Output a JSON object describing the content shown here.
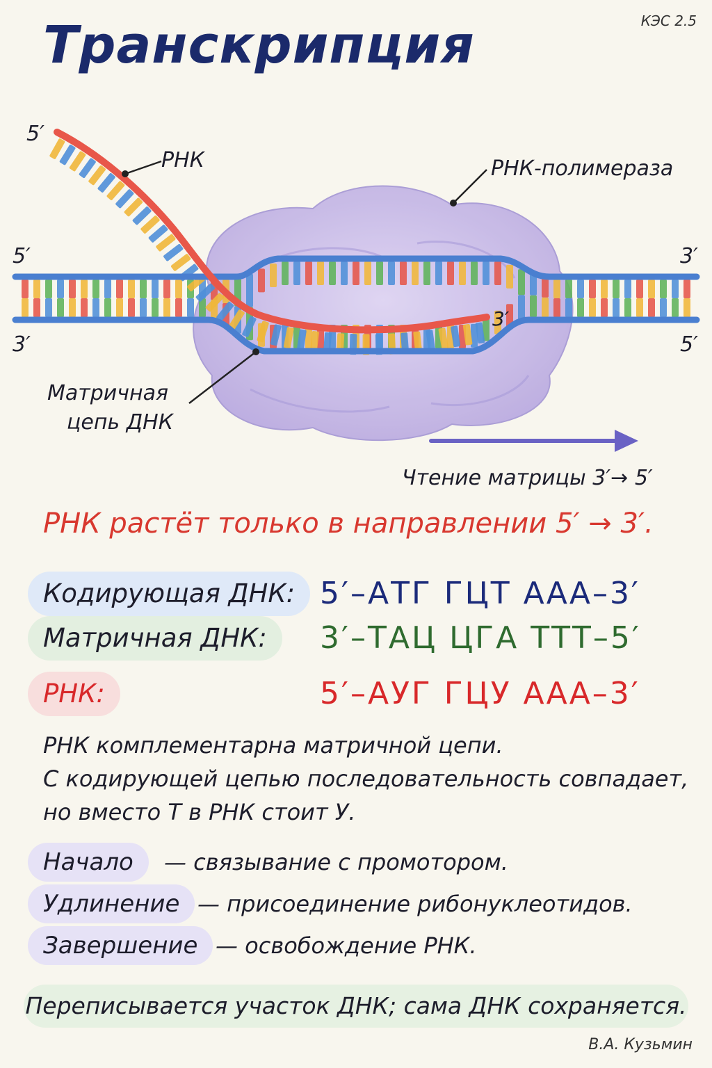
{
  "header": {
    "title": "Транскрипция",
    "code": "КЭС 2.5"
  },
  "diagram": {
    "labels": {
      "rna": "РНК",
      "polymerase": "РНК-полимераза",
      "template_strand": [
        "Матричная",
        "цепь ДНК"
      ],
      "reading": "Чтение матрицы 3′→ 5′"
    },
    "ends": {
      "rna_5": "5′",
      "top_left": "5′",
      "top_right": "3′",
      "bottom_left": "3′",
      "bottom_right": "5′",
      "rna_3": "3′"
    },
    "colors": {
      "dna_strand": "#4a7fd0",
      "rna_strand": "#e8574a",
      "polymerase": "#c9bce8",
      "base_colors": [
        "#e5574a",
        "#f0b73a",
        "#5fb35a",
        "#4f8fd8"
      ]
    }
  },
  "rule": "РНК растёт только в направлении 5′ → 3′.",
  "sequences": [
    {
      "label": "Кодирующая ДНК:",
      "seq": "5′–АТГ ГЦТ ААА–3′",
      "label_bg": "#dfe9f8",
      "seq_color": "#1b2a7a"
    },
    {
      "label": "Матричная ДНК:",
      "seq": "3′–ТАЦ ЦГА ТТТ–5′",
      "label_bg": "#e3efe0",
      "seq_color": "#2f6b2f"
    },
    {
      "label": "РНК:",
      "seq": "5′–АУГ ГЦУ ААА–3′",
      "label_bg": "#f8dedd",
      "seq_color": "#d8282a",
      "label_color": "#d8282a"
    }
  ],
  "explanation": [
    "РНК комплементарна матричной цепи.",
    "С кодирующей цепью последовательность совпадает,",
    "но вместо Т в РНК стоит У."
  ],
  "stages": [
    {
      "name": "Начало",
      "desc": "— связывание с промотором."
    },
    {
      "name": "Удлинение",
      "desc": "— присоединение рибонуклеотидов."
    },
    {
      "name": "Завершение",
      "desc": "— освобождение РНК."
    }
  ],
  "footer": "Переписывается участок ДНК; сама ДНК сохраняется.",
  "author": "В.А. Кузьмин"
}
